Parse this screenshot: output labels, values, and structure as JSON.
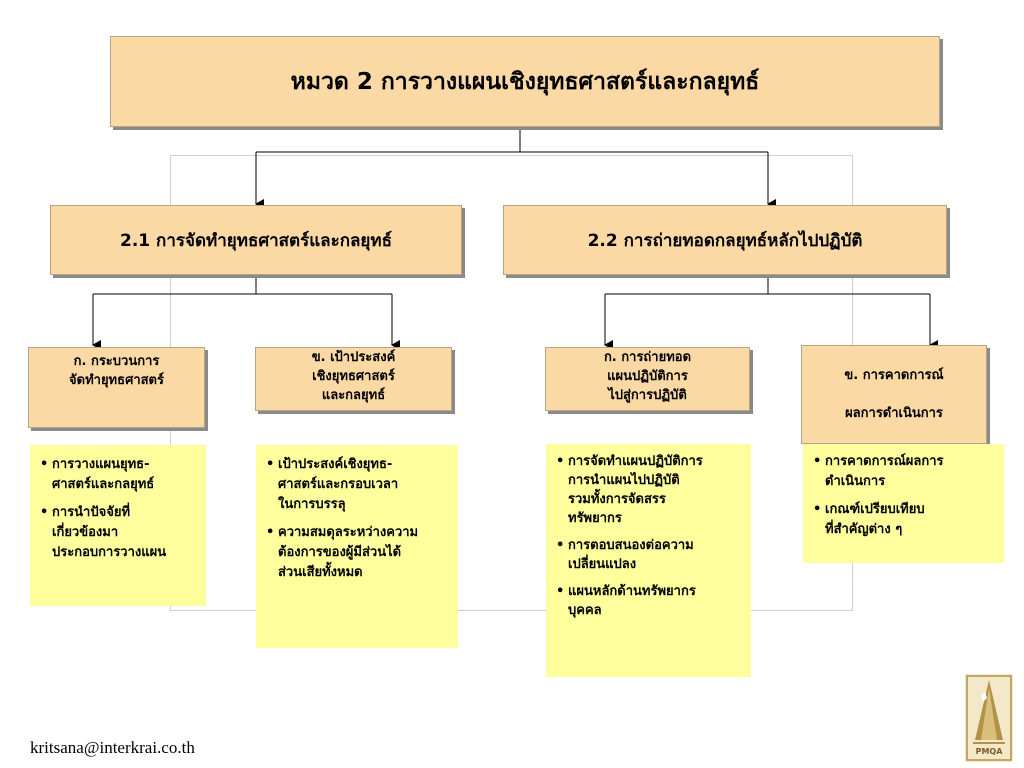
{
  "title": "หมวด 2 การวางแผนเชิงยุทธศาสตร์และกลยุทธ์",
  "sections": [
    {
      "label": "2.1 การจัดทำยุทธศาสตร์และกลยุทธ์",
      "subs": [
        {
          "label": "ก. กระบวนการ\nจัดทำยุทธศาสตร์",
          "items": [
            "การวางแผนยุทธ-\nศาสตร์และกลยุทธ์",
            "การนำปัจจัยที่\nเกี่ยวข้องมา\nประกอบการวางแผน"
          ]
        },
        {
          "label": "ข. เป้าประสงค์\nเชิงยุทธศาสตร์\nและกลยุทธ์",
          "items": [
            "เป้าประสงค์เชิงยุทธ-\nศาสตร์และกรอบเวลา\nในการบรรลุ",
            "ความสมดุลระหว่างความ\nต้องการของผู้มีส่วนได้\nส่วนเสียทั้งหมด"
          ]
        }
      ]
    },
    {
      "label": "2.2 การถ่ายทอดกลยุทธ์หลักไปปฏิบัติ",
      "subs": [
        {
          "label": "ก. การถ่ายทอด\nแผนปฏิบัติการ\nไปสู่การปฏิบัติ",
          "items": [
            "การจัดทำแผนปฏิบัติการ\nการนำแผนไปปฏิบัติ\nรวมทั้งการจัดสรร\nทรัพยากร",
            "การตอบสนองต่อความ\nเปลี่ยนแปลง",
            "แผนหลักด้านทรัพยากร\nบุคคล"
          ]
        },
        {
          "label": "ข. การคาดการณ์\n\nผลการดำเนินการ",
          "items": [
            "การคาดการณ์ผลการ\nดำเนินการ",
            "เกณฑ์เปรียบเทียบ\nที่สำคัญต่าง ๆ"
          ]
        }
      ]
    }
  ],
  "footer_email": "kritsana@interkrai.co.th",
  "logo_text": "PMQA",
  "colors": {
    "box": "#fbd9a5",
    "detail": "#fefe9c",
    "logo": "#b3914a"
  }
}
